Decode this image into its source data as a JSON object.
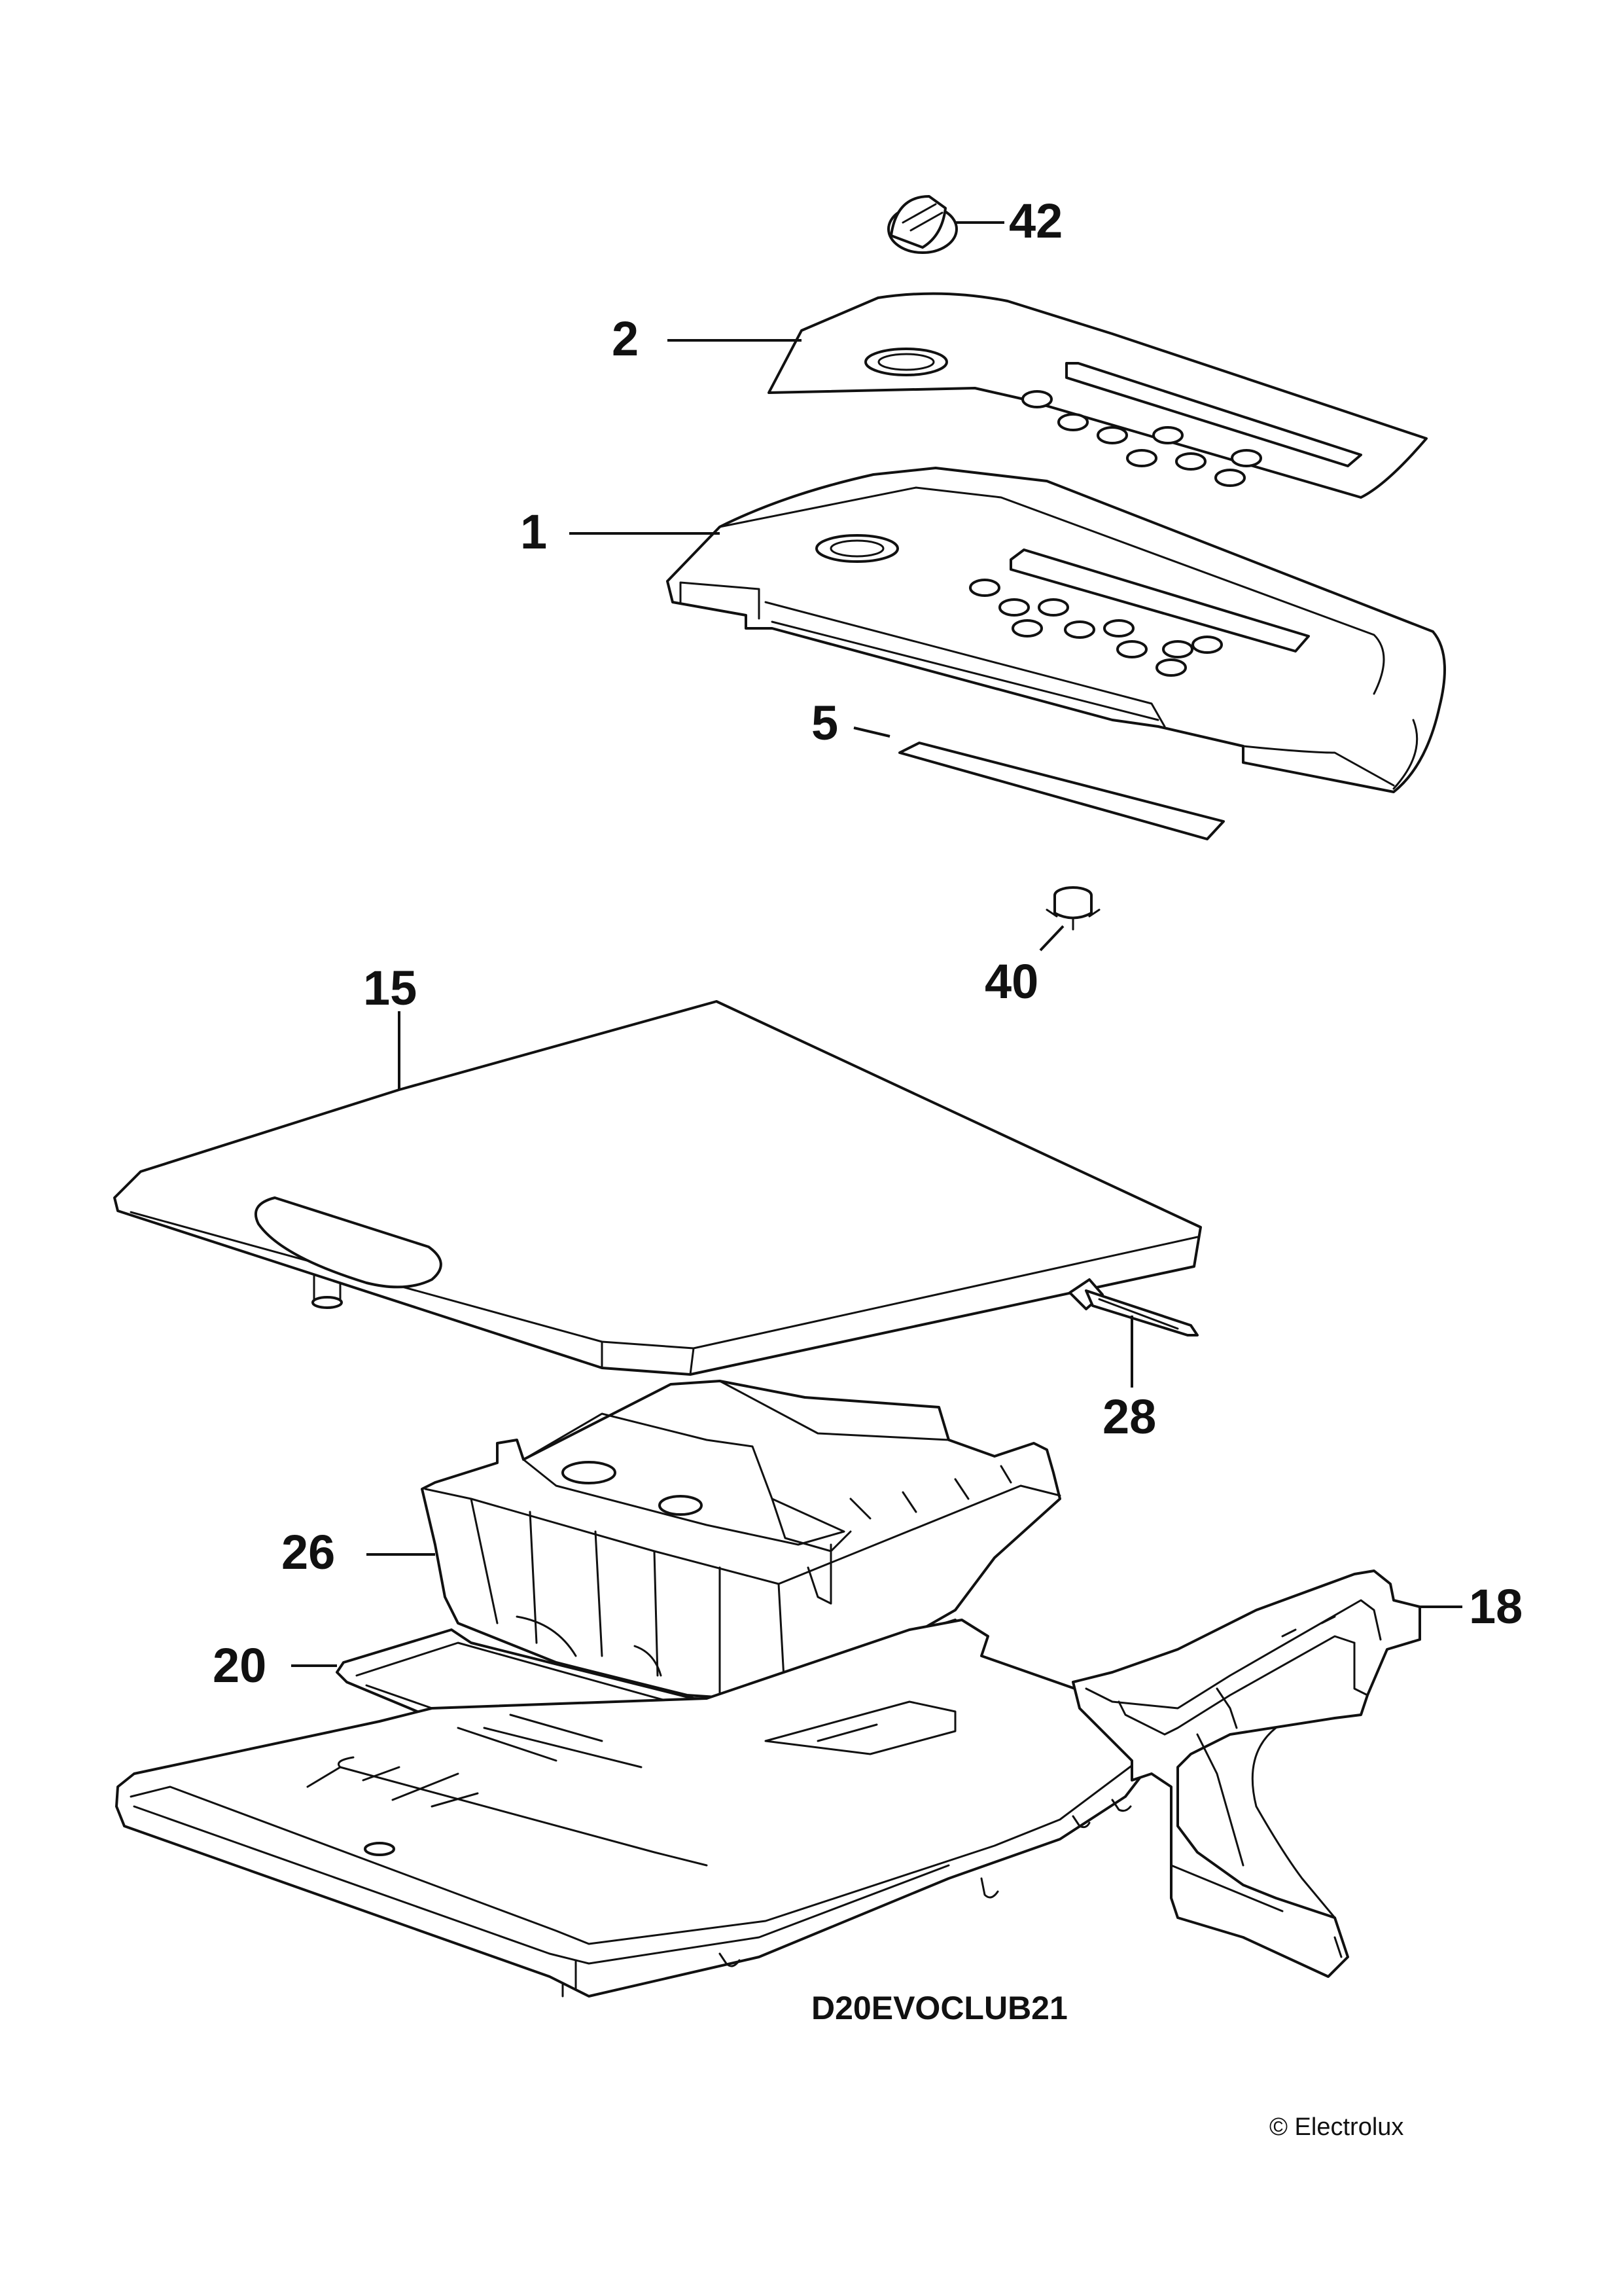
{
  "callouts": {
    "p42": "42",
    "p2": "2",
    "p1": "1",
    "p5": "5",
    "p40": "40",
    "p15": "15",
    "p28": "28",
    "p26": "26",
    "p18": "18",
    "p20": "20"
  },
  "diagram_code": "D20EVOCLUB21",
  "copyright": "© Electrolux"
}
